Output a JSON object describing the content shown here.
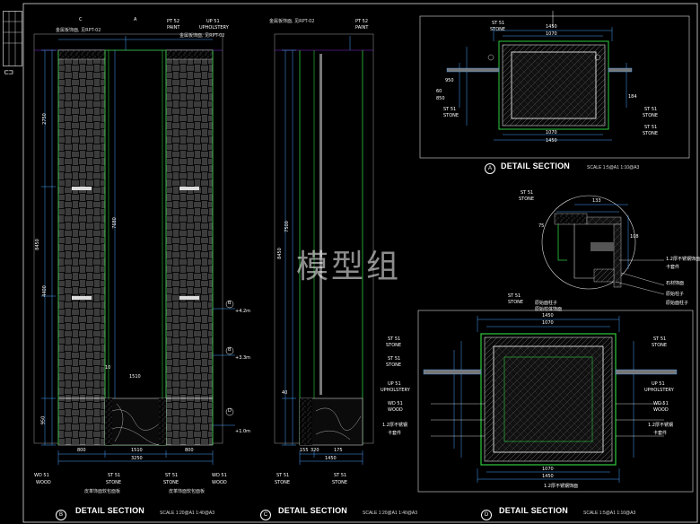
{
  "watermark": "模型组",
  "titles": {
    "a": {
      "letter": "A",
      "title": "DETAIL SECTION",
      "scale": "SCALE 1:5@A1 1:10@A3"
    },
    "b": {
      "letter": "B",
      "title": "DETAIL SECTION",
      "scale": "SCALE 1:20@A1 1:40@A3"
    },
    "c": {
      "letter": "C",
      "title": "DETAIL SECTION",
      "scale": "SCALE 1:20@A1 1:40@A3"
    },
    "d": {
      "letter": "D",
      "title": "DETAIL SECTION",
      "scale": "SCALE 1:5@A1 1:10@A3"
    }
  },
  "elevation_b": {
    "top_notes": [
      "金属板饰面, 见RPT-02",
      "金属板饰面, 见RPT-02"
    ],
    "top_tags": [
      "C",
      "A",
      "PT 52",
      "UP 51",
      "PAINT",
      "UPHOLSTERY"
    ],
    "bottom_tags": [
      "WD 51",
      "WOOD",
      "ST 51",
      "STONE",
      "ST 51",
      "STONE",
      "WD 51",
      "WOOD"
    ],
    "bottom_notes": [
      "皮革饰面软包面板",
      "皮革饰面软包面板"
    ],
    "dims_bottom": [
      "800",
      "1510",
      "800",
      "3250"
    ],
    "dims_left": [
      "2750",
      "8450",
      "4400",
      "950"
    ],
    "dims_inner": [
      "7680",
      "1510",
      "10"
    ],
    "levels": [
      "B",
      "B",
      "D"
    ],
    "level_labels": [
      "+4.2m",
      "+3.3m",
      "+1.0m"
    ]
  },
  "section_c": {
    "top_note": "金属板饰面, 见RPT-02",
    "top_tag": [
      "PT 52",
      "PAINT"
    ],
    "dims_bottom": [
      "155",
      "320",
      "175",
      "1450"
    ],
    "dims_left": [
      "8450",
      "7500",
      "40"
    ],
    "bottom_tags": [
      "ST 51",
      "STONE",
      "ST 51",
      "STONE"
    ]
  },
  "detail_a": {
    "tags": [
      "ST 51",
      "STONE",
      "ST 51",
      "STONE",
      "ST 51",
      "STONE",
      "ST 51",
      "STONE"
    ],
    "dims": [
      "1450",
      "1070",
      "1070",
      "1450",
      "950",
      "184",
      "60",
      "850"
    ]
  },
  "detail_d": {
    "tags_left": [
      "ST 51",
      "STONE",
      "ST 51",
      "STONE",
      "UP 51",
      "UPHOLSTERY",
      "WD 51",
      "WOOD",
      "1.2厚不锈钢",
      "卡套件"
    ],
    "tags_right": [
      "ST 51",
      "STONE",
      "UP 51",
      "UPHOLSTERY",
      "WD 51",
      "WOOD",
      "1.2厚不锈钢",
      "卡套件"
    ],
    "tags_top": [
      "ST 51",
      "STONE",
      "原始面柱子",
      "原始柱体饰面"
    ],
    "dims_top": [
      "1450",
      "1070"
    ],
    "dims_bottom": [
      "1070",
      "1450"
    ],
    "note_bottom": "1.2厚不锈钢饰面"
  },
  "detail_circle": {
    "tags": [
      "ST 51",
      "STONE",
      "1.2厚不锈钢饰面",
      "卡套件",
      "石材饰面",
      "原始柱子",
      "原始面柱子"
    ],
    "dims": [
      "133",
      "75",
      "108"
    ]
  }
}
